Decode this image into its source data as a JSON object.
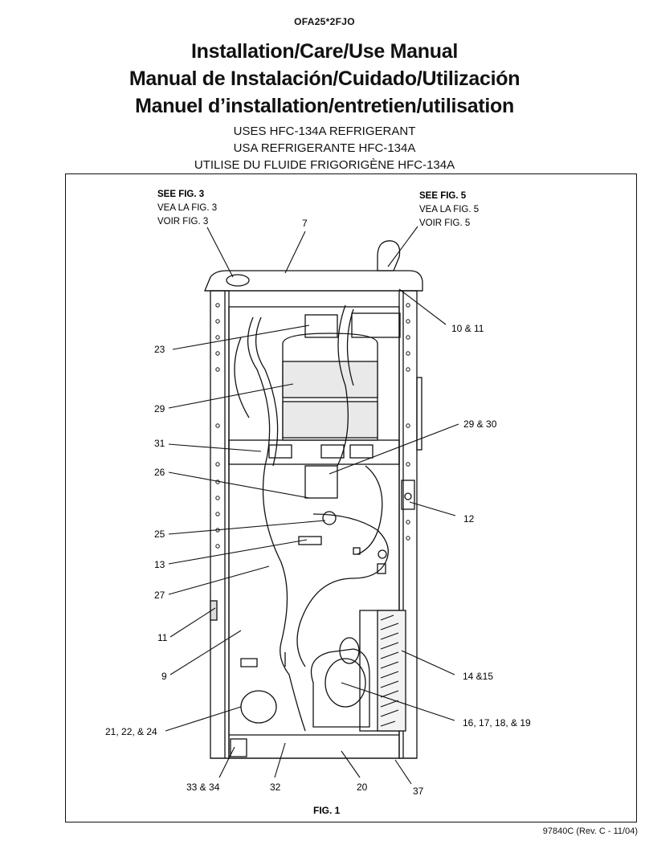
{
  "header": {
    "model": "OFA25*2FJO",
    "titles": [
      "Installation/Care/Use Manual",
      "Manual de Instalación/Cuidado/Utilización",
      "Manuel d’installation/entretien/utilisation"
    ],
    "subtitles": [
      "USES HFC-134A REFRIGERANT",
      "USA REFRIGERANTE HFC-134A",
      "UTILISE DU FLUIDE FRIGORIGÈNE HFC-134A"
    ]
  },
  "figure": {
    "caption": "FIG. 1",
    "see_fig3": [
      "SEE FIG. 3",
      "VEA LA FIG. 3",
      "VOIR FIG. 3"
    ],
    "see_fig5": [
      "SEE FIG. 5",
      "VEA LA FIG. 5",
      "VOIR FIG. 5"
    ],
    "callouts": {
      "c7": "7",
      "c10_11": "10 & 11",
      "c23": "23",
      "c29": "29",
      "c29_30": "29 & 30",
      "c31": "31",
      "c26": "26",
      "c12": "12",
      "c25": "25",
      "c13": "13",
      "c27": "27",
      "c11": "11",
      "c9": "9",
      "c14_15": "14 &15",
      "c16_19": "16, 17, 18, & 19",
      "c21_24": "21, 22, & 24",
      "c33_34": "33 & 34",
      "c32": "32",
      "c20": "20",
      "c37": "37"
    }
  },
  "footer": {
    "doc_number": "97840C (Rev. C - 11/04)"
  }
}
